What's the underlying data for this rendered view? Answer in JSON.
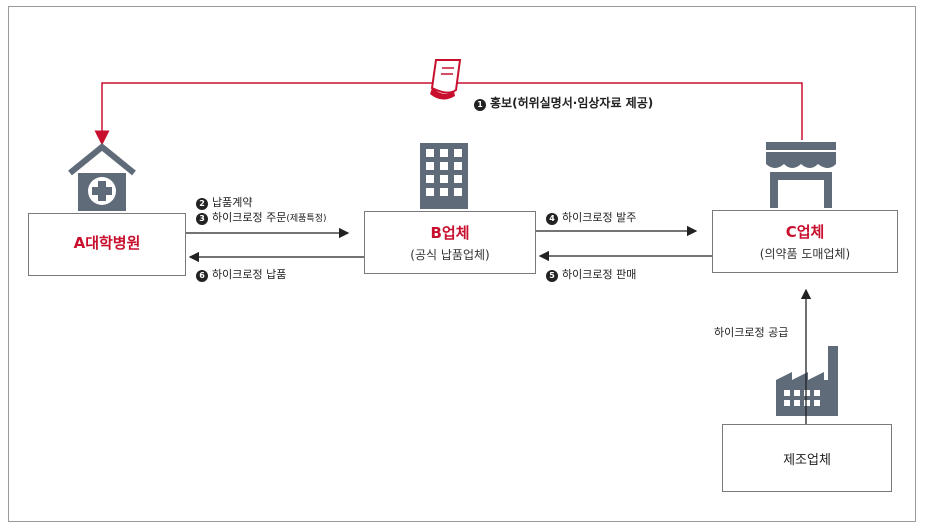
{
  "nodes": {
    "hospital": {
      "name": "A대학병원"
    },
    "supplier": {
      "name": "B업체",
      "sub": "(공식 납품업체)"
    },
    "wholesaler": {
      "name": "C업체",
      "sub": "(의약품 도매업체)"
    },
    "manufacturer": {
      "name": "제조업체"
    }
  },
  "steps": {
    "s1": {
      "num": "1",
      "text": "홍보(허위실명서·임상자료 제공)"
    },
    "s2": {
      "num": "2",
      "text": "납품계약"
    },
    "s3": {
      "num": "3",
      "text": "하이크로정 주문",
      "note": "(제품특정)"
    },
    "s4": {
      "num": "4",
      "text": "하이크로정 발주"
    },
    "s5": {
      "num": "5",
      "text": "하이크로정 판매"
    },
    "s6": {
      "num": "6",
      "text": "하이크로정 납품"
    },
    "supply": {
      "text": "하이크로정 공급"
    }
  },
  "colors": {
    "red": "#c8102e",
    "icon": "#5f6b78",
    "line": "#222222"
  }
}
